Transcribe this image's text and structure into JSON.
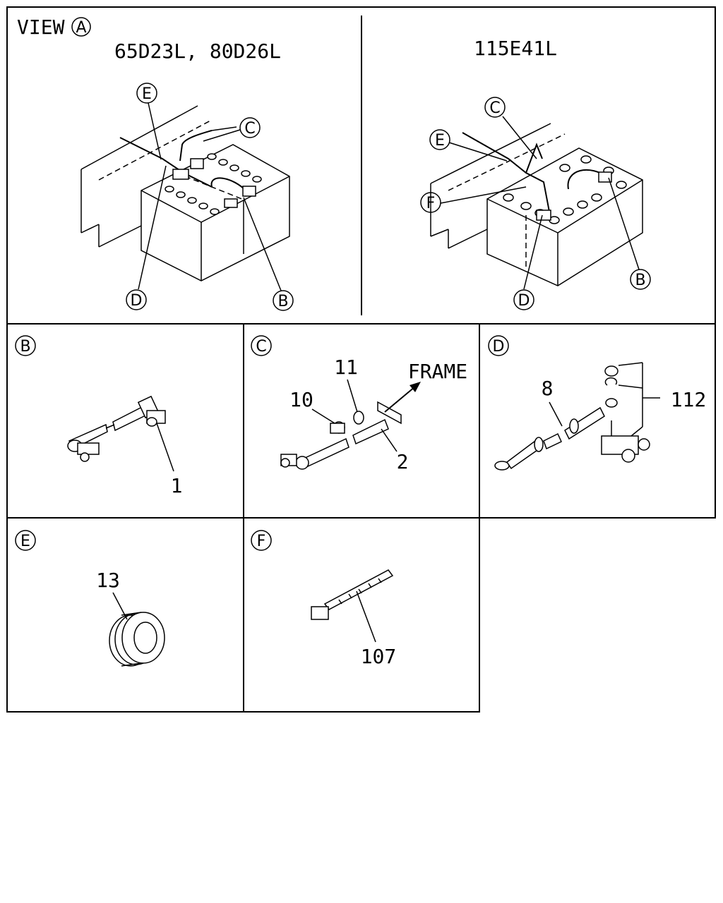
{
  "view_label": "VIEW",
  "view_marker": "A",
  "panel_top_left": {
    "title": "65D23L, 80D26L",
    "callouts": [
      "E",
      "C",
      "D",
      "B"
    ]
  },
  "panel_top_right": {
    "title": "115E41L",
    "callouts": [
      "C",
      "E",
      "F",
      "D",
      "B"
    ]
  },
  "detail_b": {
    "marker": "B",
    "parts": [
      "1"
    ]
  },
  "detail_c": {
    "marker": "C",
    "parts": [
      "11",
      "10",
      "2"
    ],
    "arrow_label": "FRAME"
  },
  "detail_d": {
    "marker": "D",
    "parts": [
      "8",
      "112"
    ]
  },
  "detail_e": {
    "marker": "E",
    "parts": [
      "13"
    ]
  },
  "detail_f": {
    "marker": "F",
    "parts": [
      "107"
    ]
  }
}
